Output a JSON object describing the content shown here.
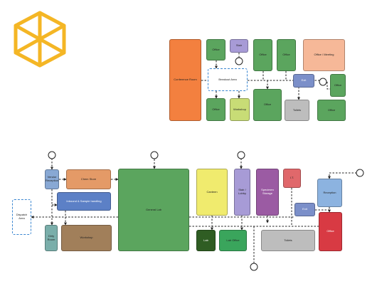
{
  "colors": {
    "logo": "#f4b625",
    "connector": "#222222",
    "dashed_outline": "#3a86d1"
  },
  "upper_plan": {
    "rooms": [
      {
        "key": "conference",
        "label": "Conference Room",
        "color": "#f3803f"
      },
      {
        "key": "office_a",
        "label": "Office",
        "color": "#5ba55e"
      },
      {
        "key": "stair_top",
        "label": "Stair",
        "color": "#a79bd6"
      },
      {
        "key": "office_b",
        "label": "Office",
        "color": "#5ba55e"
      },
      {
        "key": "office_c",
        "label": "Office",
        "color": "#5ba55e"
      },
      {
        "key": "office_meeting",
        "label": "Office / Meeting",
        "color": "#f6b898"
      },
      {
        "key": "breakout",
        "label": "Breakout Area",
        "color": "#ffffff"
      },
      {
        "key": "exit_top",
        "label": "Exit",
        "color": "#7b8fc9"
      },
      {
        "key": "office_d",
        "label": "Office",
        "color": "#5ba55e"
      },
      {
        "key": "office_e",
        "label": "Office",
        "color": "#5ba55e"
      },
      {
        "key": "workshop",
        "label": "Workshop",
        "color": "#c8dc76"
      },
      {
        "key": "office_f",
        "label": "Office",
        "color": "#5ba55e"
      },
      {
        "key": "toilets_top",
        "label": "Toilets",
        "color": "#bdbdbd"
      },
      {
        "key": "office_g",
        "label": "Office",
        "color": "#5ba55e"
      }
    ]
  },
  "lower_plan": {
    "rooms": [
      {
        "key": "vendor_reception",
        "label": "Vendor Reception",
        "color": "#88a8d4"
      },
      {
        "key": "chem_store",
        "label": "Chem Store",
        "color": "#e49a67"
      },
      {
        "key": "inbound",
        "label": "Inbound & Sample handling",
        "color": "#5c80c6"
      },
      {
        "key": "dispatch",
        "label": "Dispatch Area",
        "color": "#ffffff"
      },
      {
        "key": "dirty_room",
        "label": "Dirty Room",
        "color": "#7aaeaa"
      },
      {
        "key": "workshop_low",
        "label": "Workshop",
        "color": "#a17f5a"
      },
      {
        "key": "general_lab",
        "label": "General Lab",
        "color": "#5ba55e"
      },
      {
        "key": "canteen",
        "label": "Canteen",
        "color": "#f0eb6e"
      },
      {
        "key": "stair_lobby",
        "label": "Stair / Lobby",
        "color": "#a79bd6"
      },
      {
        "key": "specimen_storage",
        "label": "Specimen Storage",
        "color": "#9b5ba3"
      },
      {
        "key": "it",
        "label": "I.T.",
        "color": "#e0686b"
      },
      {
        "key": "reception",
        "label": "Reception",
        "color": "#8cb3e0"
      },
      {
        "key": "exit_low",
        "label": "Exit",
        "color": "#7b8fc9"
      },
      {
        "key": "lab",
        "label": "Lab",
        "color": "#2f5d23"
      },
      {
        "key": "lab_office",
        "label": "Lab Office",
        "color": "#3aa55c"
      },
      {
        "key": "toilets_low",
        "label": "Toilets",
        "color": "#bdbdbd"
      },
      {
        "key": "office_low",
        "label": "Office",
        "color": "#d83a43"
      }
    ]
  }
}
